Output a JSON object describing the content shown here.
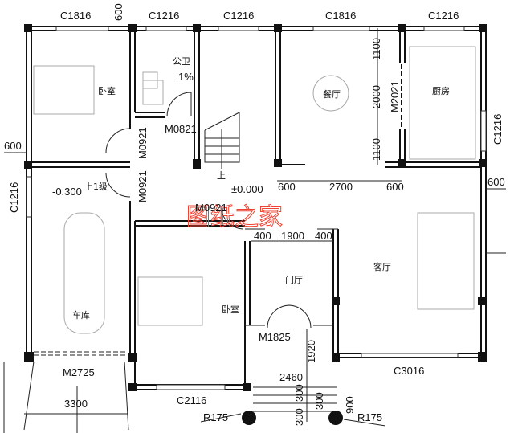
{
  "title": "",
  "watermark": "图纸之家",
  "rooms": {
    "bedroom_1": "卧室",
    "bathroom": "公卫",
    "bathroom_slope": "1%",
    "dining": "餐厅",
    "kitchen": "厨房",
    "garage": "车库",
    "bedroom_2": "卧室",
    "foyer": "门厅",
    "living": "客厅"
  },
  "windows": {
    "top_1": "C1816",
    "top_2": "C1216",
    "top_3": "C1216",
    "top_4": "C1816",
    "top_5": "C1216",
    "left": "C1216",
    "right": "C1216",
    "bottom_bedroom": "C2116",
    "bottom_living": "C3016"
  },
  "doors": {
    "bathroom": "M0821",
    "bedroom_1": "M0921",
    "garage_inner": "M0921",
    "hall": "M0921",
    "kitchen": "M2021",
    "entry": "M1825",
    "garage": "M2725"
  },
  "levels": {
    "garage": "-0.300",
    "garage_step": "上1级",
    "hall": "±0.000",
    "stair_up": "上"
  },
  "dimensions": {
    "top_600": "600",
    "left_600": "600",
    "right_600": "600",
    "kitchen_1100_top": "1100",
    "kitchen_2000": "2000",
    "kitchen_1100_bottom": "1100",
    "dining_600_left": "600",
    "dining_2700": "2700",
    "dining_600_right": "600",
    "foyer_400_left": "400",
    "foyer_1900": "1900",
    "foyer_400_right": "400",
    "entry_1920": "1920",
    "entry_2460": "2460",
    "step_300_a": "300",
    "step_300_b": "300",
    "step_300_c": "300",
    "step_900": "900",
    "garage_3300": "3300",
    "column_left": "R175",
    "column_right": "R175"
  }
}
